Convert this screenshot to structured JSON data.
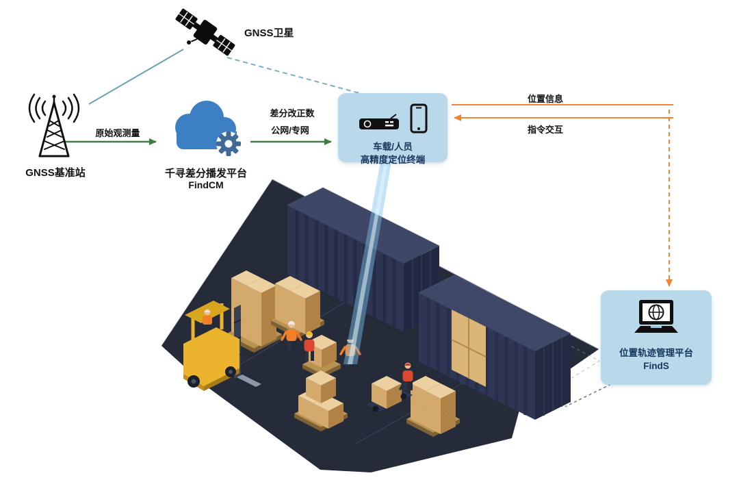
{
  "nodes": {
    "satellite": {
      "label": "GNSS卫星"
    },
    "base_station": {
      "label": "GNSS基准站"
    },
    "cloud_platform": {
      "name": "千寻差分播发平台",
      "product": "FindCM"
    },
    "terminal": {
      "line1": "车载/人员",
      "line2": "高精度定位终端"
    },
    "management_platform": {
      "name": "位置轨迹管理平台",
      "product": "FindS"
    }
  },
  "links": {
    "raw_observation": {
      "label": "原始观测量"
    },
    "corrections": {
      "line1": "差分改正数",
      "line2": "公网/专网"
    },
    "position_info": {
      "label": "位置信息"
    },
    "command_interaction": {
      "label": "指令交互"
    }
  },
  "colors": {
    "node_bg": "#b9d8ea",
    "node_text": "#17365d",
    "link_green": "#3f7d44",
    "link_orange": "#ee8434",
    "link_teal": "#6ea7b6",
    "cloud_blue": "#3c7fc4",
    "container_navy": "#2e3552",
    "floor_dark": "#262b3a",
    "beam_blue": "#7dc3eb"
  }
}
